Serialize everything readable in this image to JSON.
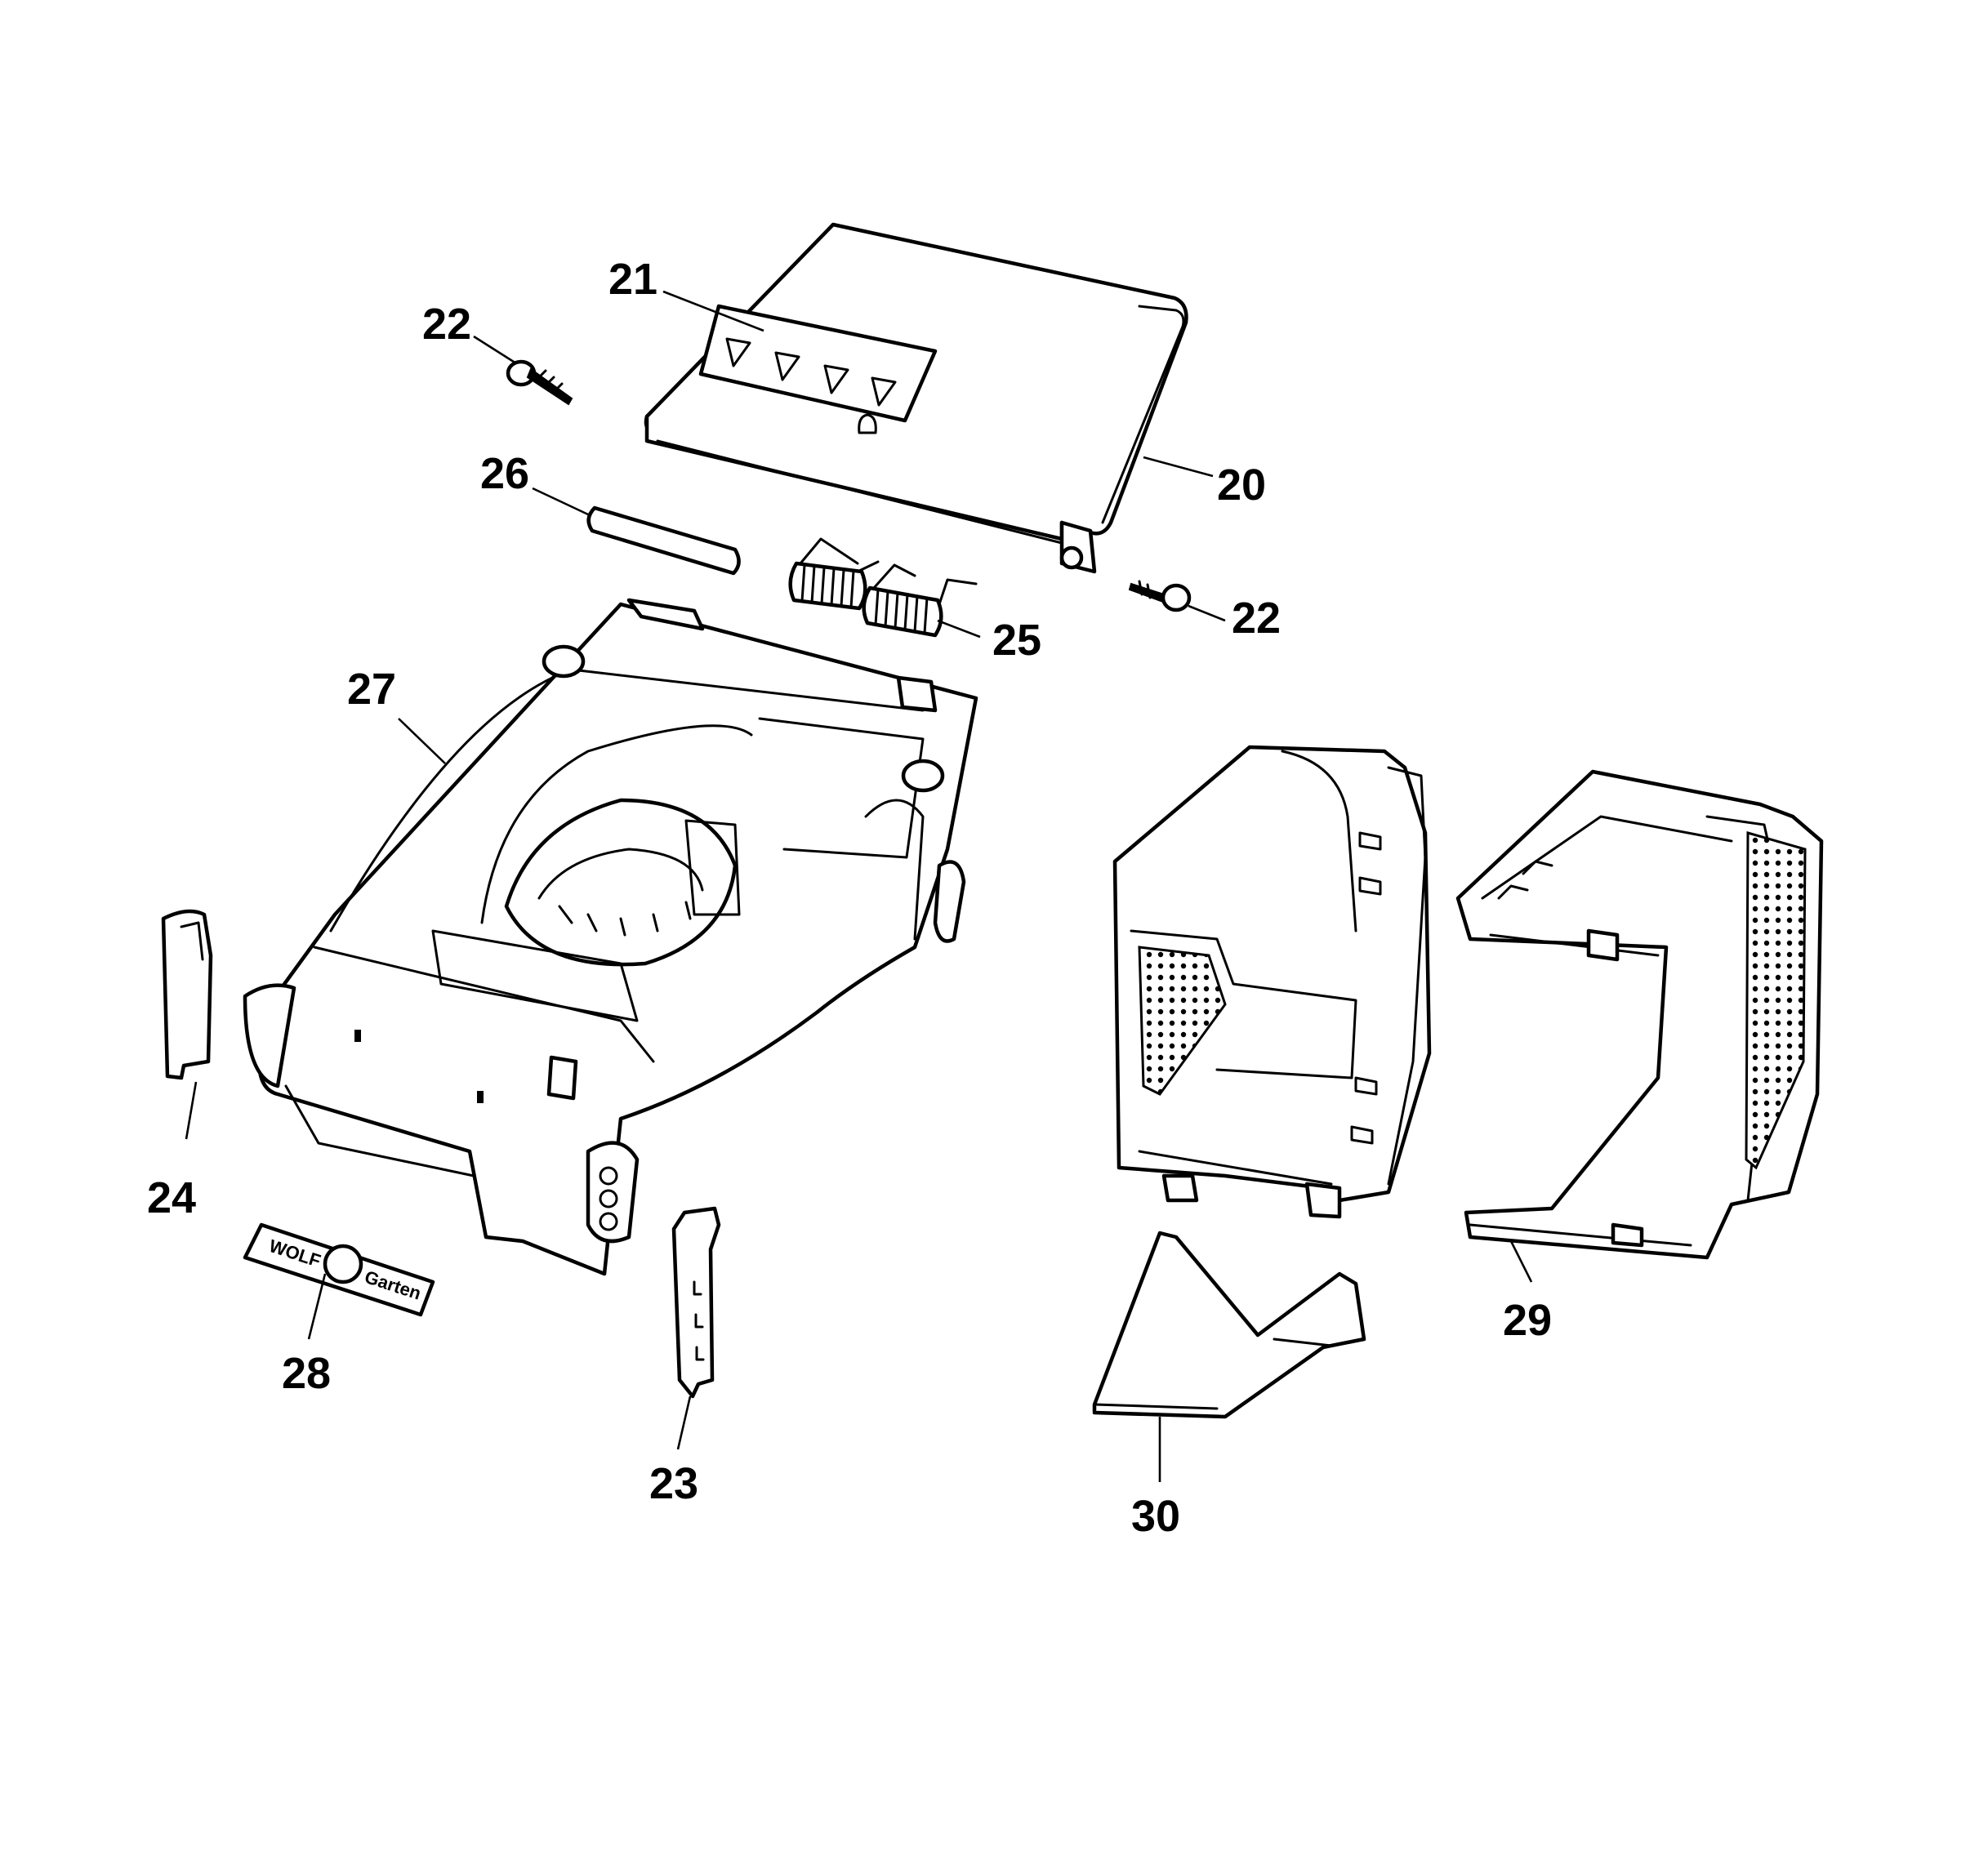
{
  "diagram": {
    "callouts": [
      {
        "id": "c21",
        "label": "21"
      },
      {
        "id": "c22a",
        "label": "22"
      },
      {
        "id": "c20",
        "label": "20"
      },
      {
        "id": "c26",
        "label": "26"
      },
      {
        "id": "c22b",
        "label": "22"
      },
      {
        "id": "c25",
        "label": "25"
      },
      {
        "id": "c27",
        "label": "27"
      },
      {
        "id": "c24",
        "label": "24"
      },
      {
        "id": "c28",
        "label": "28"
      },
      {
        "id": "c23",
        "label": "23"
      },
      {
        "id": "c30",
        "label": "30"
      },
      {
        "id": "c29",
        "label": "29"
      }
    ],
    "logo": {
      "brand_left": "WOLF",
      "brand_right": "Garten"
    }
  }
}
